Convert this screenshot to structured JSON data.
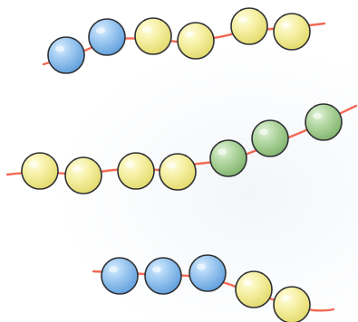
{
  "colors": {
    "string": "#f26a55",
    "blue_fill": "#7fb6ea",
    "blue_light": "#b8dcfb",
    "yellow_fill": "#f1ea8d",
    "yellow_light": "#fcf8c6",
    "green_fill": "#9cc98a",
    "green_light": "#cfe8c1",
    "outline": "#2f3135"
  },
  "strands": [
    {
      "name": "strand-1",
      "beads": [
        "blue",
        "blue",
        "yellow",
        "yellow",
        "yellow",
        "yellow"
      ]
    },
    {
      "name": "strand-2",
      "beads": [
        "yellow",
        "yellow",
        "yellow",
        "yellow",
        "green",
        "green",
        "green"
      ]
    },
    {
      "name": "strand-3",
      "beads": [
        "blue",
        "blue",
        "blue",
        "yellow",
        "yellow"
      ]
    }
  ]
}
